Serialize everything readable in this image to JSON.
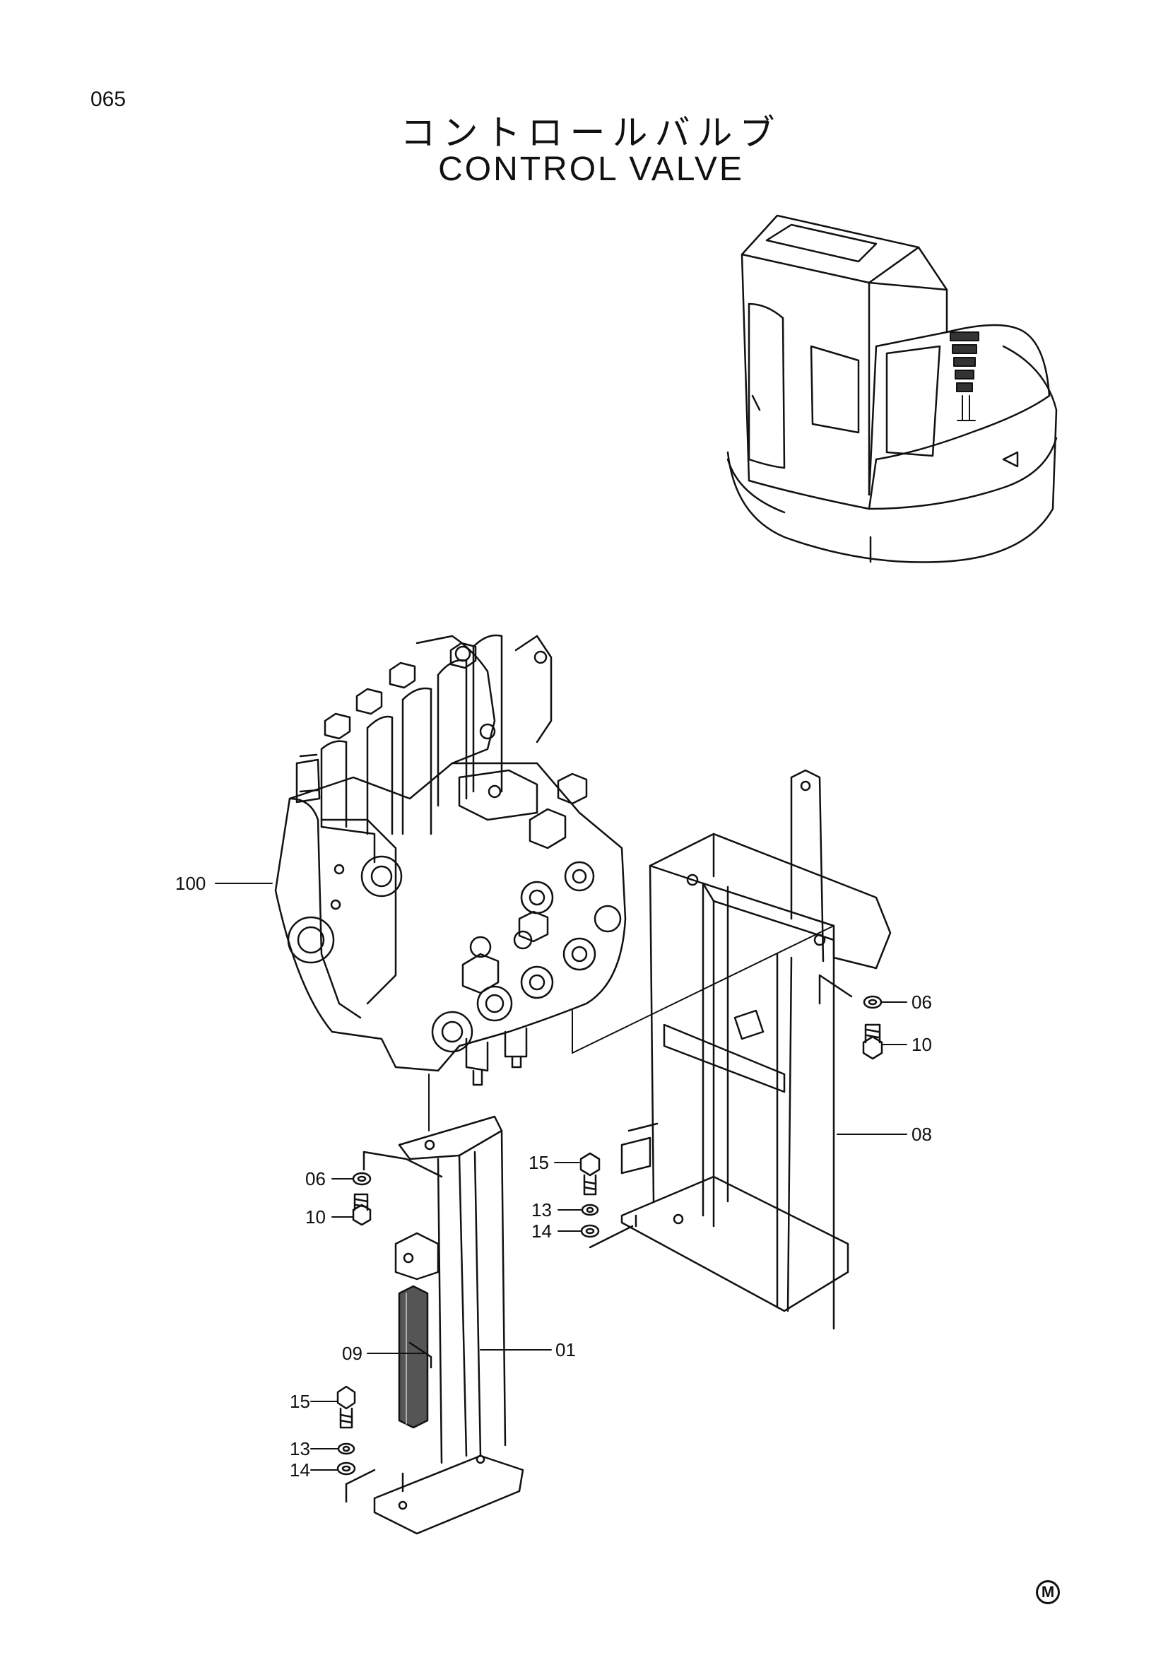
{
  "page_number": "065",
  "title_jp": "コントロールバルブ",
  "title_en": "CONTROL VALVE",
  "parts": [
    {
      "id": "100"
    },
    {
      "id": "06"
    },
    {
      "id": "10"
    },
    {
      "id": "08"
    },
    {
      "id": "06"
    },
    {
      "id": "10"
    },
    {
      "id": "15"
    },
    {
      "id": "13"
    },
    {
      "id": "14"
    },
    {
      "id": "09"
    },
    {
      "id": "01"
    },
    {
      "id": "15"
    },
    {
      "id": "13"
    },
    {
      "id": "14"
    }
  ],
  "mark": "M"
}
